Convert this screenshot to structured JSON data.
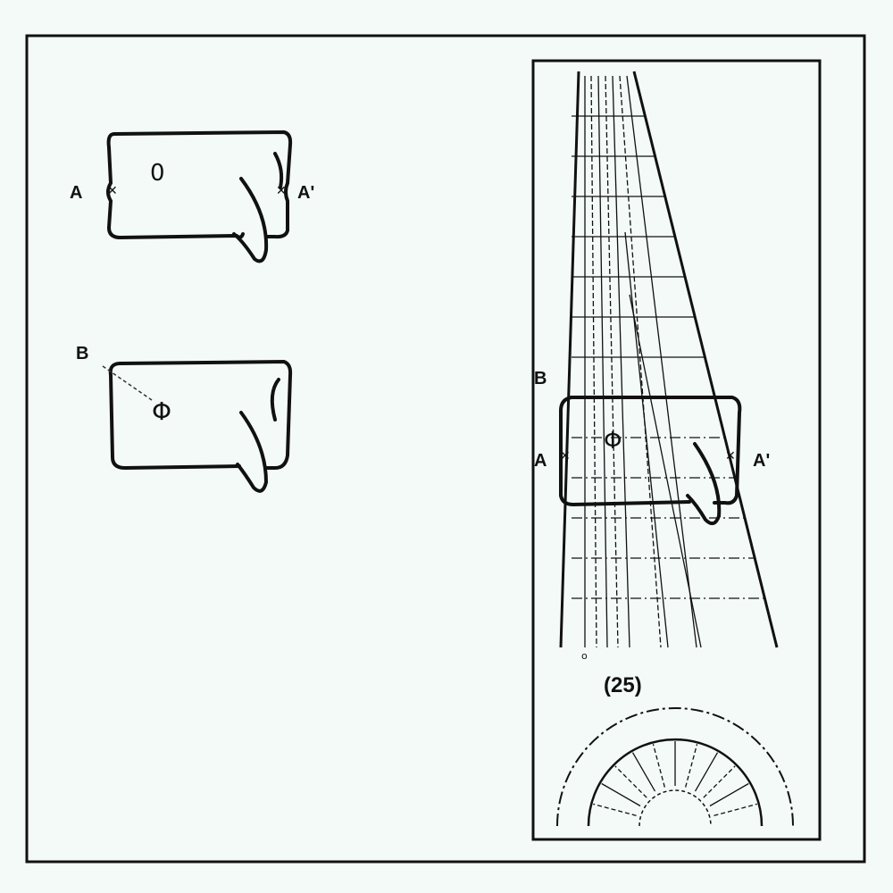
{
  "figure": {
    "top_shape": {
      "label_left": "A",
      "label_right": "A'",
      "center_symbol": "0"
    },
    "bottom_shape": {
      "label_corner": "B",
      "center_symbol": "Φ"
    },
    "right_panel": {
      "label_b": "B",
      "label_left": "A",
      "label_right": "A'",
      "center_symbol": "Φ",
      "origin_mark": "o",
      "caption": "(25)"
    }
  }
}
